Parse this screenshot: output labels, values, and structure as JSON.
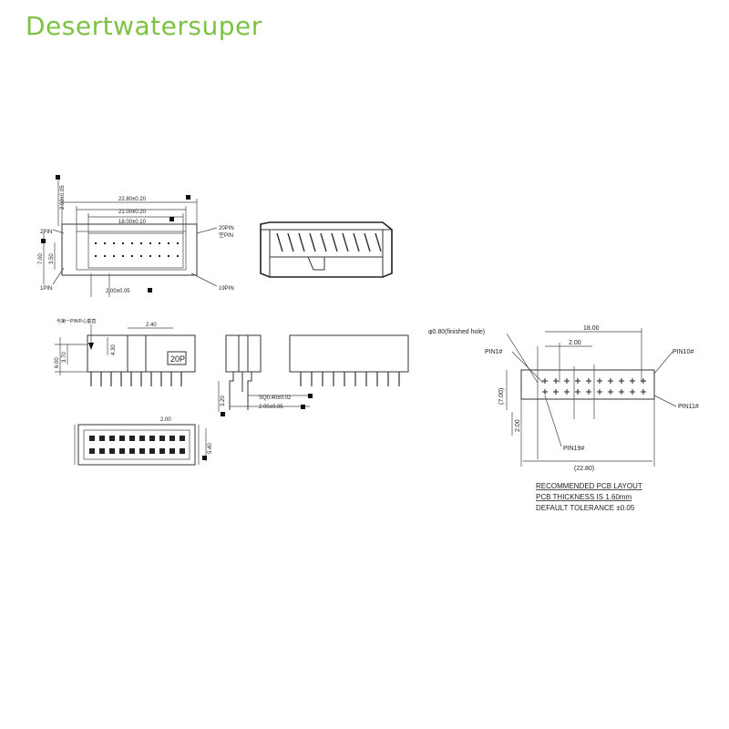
{
  "brand": {
    "text": "Desertwatersuper",
    "color": "#7dc242"
  },
  "top_drawing": {
    "dim_overall": "22.80±0.20",
    "dim_mid": "21.00±0.20",
    "dim_inner": "18.00±0.10",
    "dim_side_top": "2.00±0.05",
    "dim_pitch": "2.00±0.05",
    "dim_left_outer": "7.00",
    "dim_left_inner": "3.50",
    "pin2": "2PIN",
    "pin1": "1PIN",
    "pin20": "20PIN",
    "pin20_note": "空PIN",
    "pin19": "19PIN"
  },
  "side_drawing": {
    "note": "与第一PIN中心垂直",
    "dim_240": "2.40",
    "dim_430": "4.30",
    "dim_600": "6.00",
    "dim_370": "3.70",
    "marking": "20P",
    "dim_320": "3.20",
    "dim_pin_sq": "SQ0.40±0.02",
    "dim_pitch2": "2.00±0.05"
  },
  "bottom_drawing": {
    "dim_top": "2.00",
    "dim_side": "5.40"
  },
  "pcb_layout": {
    "hole_note": "φ0.80(finished hole)",
    "dim_18": "18.00",
    "dim_200": "2.00",
    "pin1": "PIN1#",
    "pin10": "PIN10#",
    "pin11": "PIN11#",
    "pin19": "PIN19#",
    "dim_700": "(7.00)",
    "dim_200v": "2.00",
    "dim_2280": "(22.80)",
    "caption1": "RECOMMENDED PCB LAYOUT",
    "caption2": "PCB THICKNESS IS 1.60mm",
    "caption3": "DEFAULT TOLERANCE ±0.05"
  }
}
